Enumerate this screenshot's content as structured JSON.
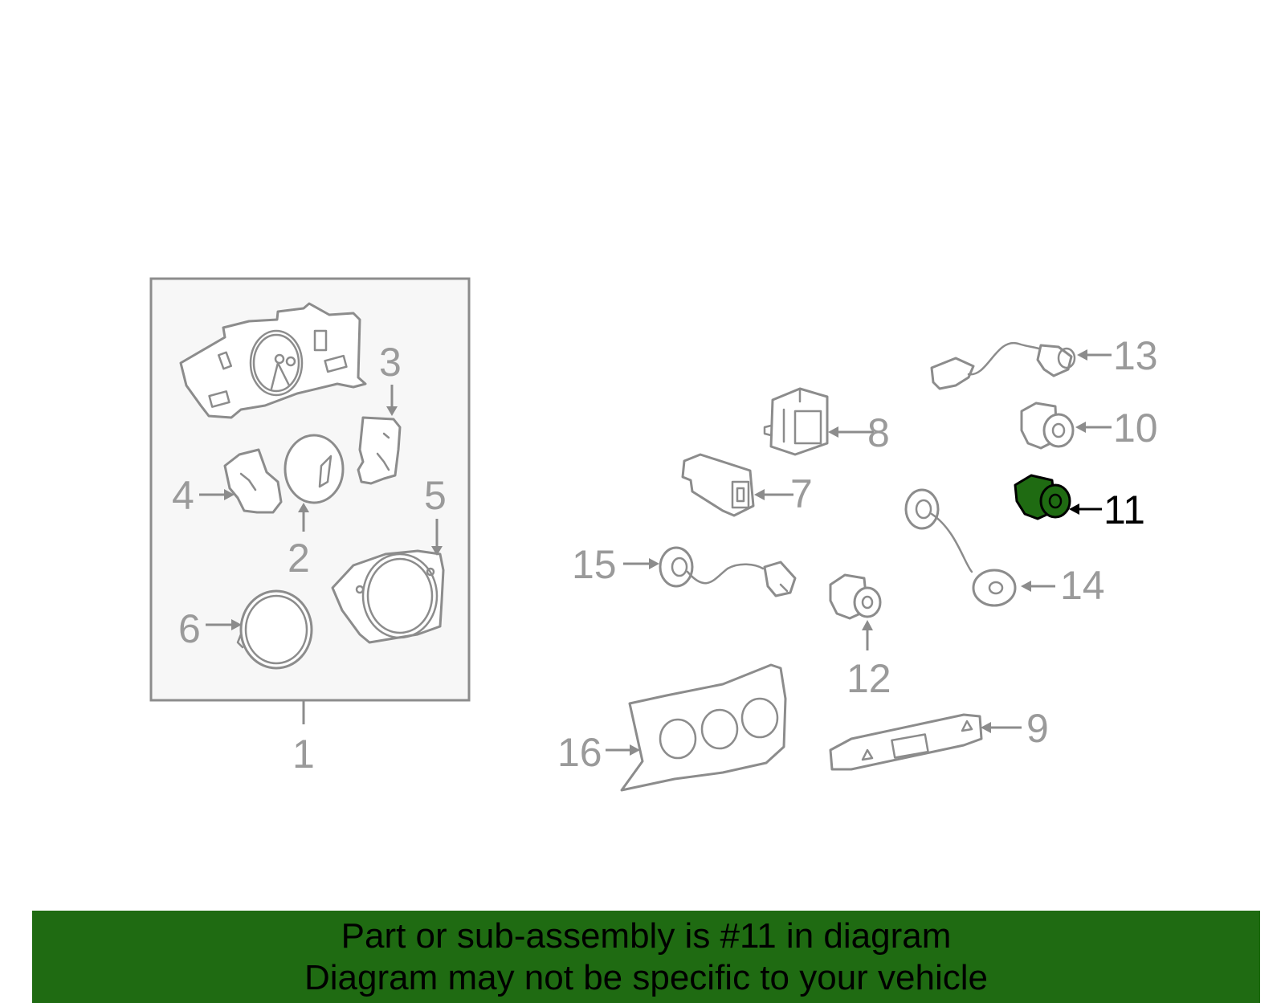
{
  "callouts": [
    {
      "num": "1"
    },
    {
      "num": "2"
    },
    {
      "num": "3"
    },
    {
      "num": "4"
    },
    {
      "num": "5"
    },
    {
      "num": "6"
    },
    {
      "num": "7"
    },
    {
      "num": "8"
    },
    {
      "num": "9"
    },
    {
      "num": "10"
    },
    {
      "num": "11"
    },
    {
      "num": "12"
    },
    {
      "num": "13"
    },
    {
      "num": "14"
    },
    {
      "num": "15"
    },
    {
      "num": "16"
    }
  ],
  "highlighted_part": "11",
  "colors": {
    "banner_bg": "#1f6b12",
    "highlight_part": "#1f6b12",
    "line_art": "#8c8c8c",
    "label": "#9a9a9a",
    "box_fill": "#f7f7f7"
  },
  "banner": {
    "line1": "Part or sub-assembly is #11 in diagram",
    "line2": "Diagram may not be specific to your vehicle"
  }
}
